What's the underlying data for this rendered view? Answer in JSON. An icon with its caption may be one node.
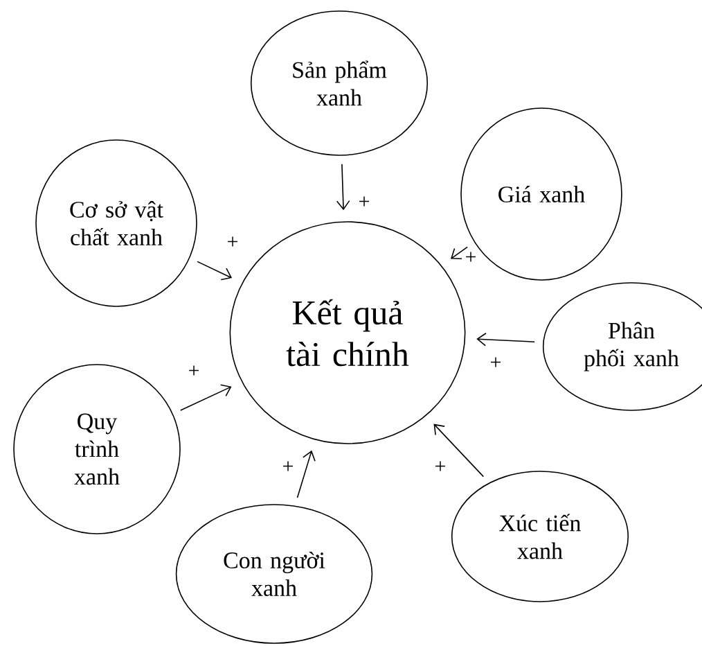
{
  "diagram": {
    "nodes": [
      {
        "text": [
          "Kết quả tài chính"
        ]
      },
      {
        "text": [
          "Sản phẩm xanh"
        ]
      },
      {
        "text": [
          "Giá xanh"
        ]
      },
      {
        "text": [
          "Cơ sở vật chất xanh"
        ]
      },
      {
        "text": [
          "Phân phối xanh"
        ]
      },
      {
        "text": [
          "Quy trình xanh"
        ]
      },
      {
        "text": [
          "Con người xanh"
        ]
      },
      {
        "text": [
          "Xúc tiến xanh"
        ]
      }
    ],
    "edges": [
      {
        "from": 1,
        "to": 0,
        "arrow": "to",
        "label": "+"
      },
      {
        "from": 2,
        "to": 0,
        "arrow": "to",
        "label": "+"
      },
      {
        "from": 3,
        "to": 0,
        "arrow": "to",
        "label": "+"
      },
      {
        "from": 4,
        "to": 0,
        "arrow": "to",
        "label": "+"
      },
      {
        "from": 5,
        "to": 0,
        "arrow": "to",
        "label": "+"
      },
      {
        "from": 6,
        "to": 0,
        "arrow": "to",
        "label": "+"
      },
      {
        "from": 7,
        "to": 0,
        "arrow": "to",
        "label": "+"
      }
    ]
  }
}
